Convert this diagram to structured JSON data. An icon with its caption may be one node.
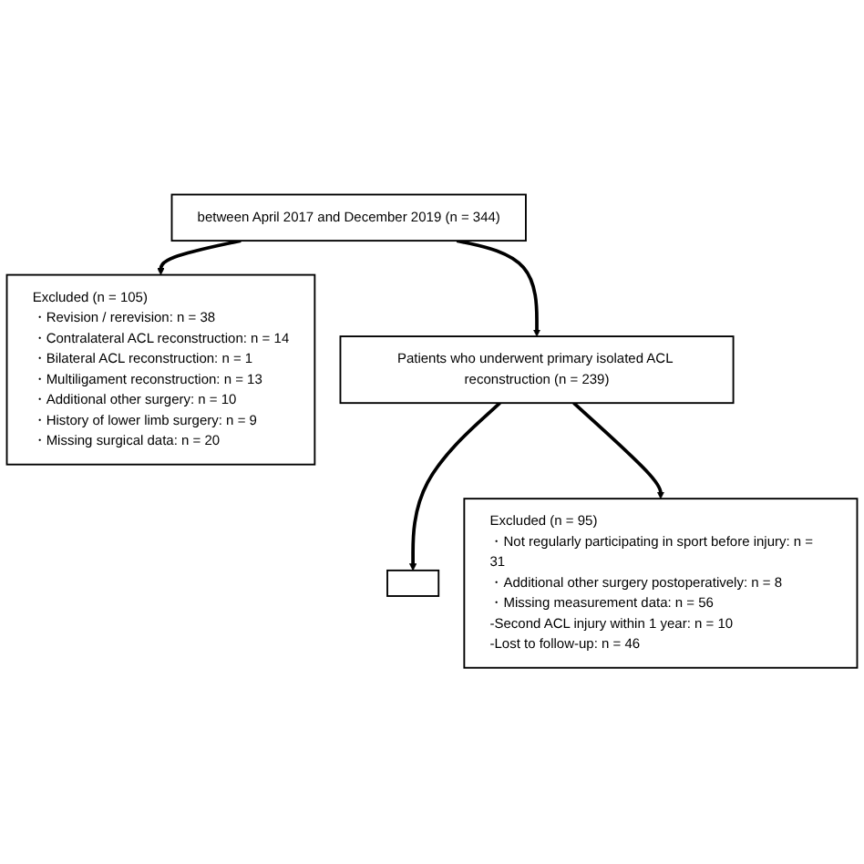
{
  "diagram": {
    "nodes": [
      {
        "text": [
          "between April 2017 and December 2019 (n = 344)"
        ]
      },
      {
        "text": [
          "Excluded (n = 105)",
          "・Revision / rerevision: n = 38",
          "・Contralateral ACL reconstruction: n = 14",
          "・Bilateral ACL reconstruction: n = 1",
          "・Multiligament reconstruction: n = 13",
          "・Additional other surgery: n = 10",
          "・History of lower limb surgery: n = 9",
          "・Missing surgical data: n = 20"
        ]
      },
      {
        "text": [
          "Patients who underwent primary isolated ACL reconstruction (n = 239)"
        ]
      },
      {
        "text": [
          "Excluded (n = 95)",
          "・Not regularly participating in sport before injury: n = 31",
          "・Additional other surgery postoperatively: n = 8",
          "・Missing measurement data: n = 56",
          "-Second ACL injury within 1 year: n = 10",
          "-Lost to follow-up: n = 46"
        ]
      },
      {
        "text": [],
        "shape": "box"
      }
    ],
    "edges": [
      {
        "from": 0,
        "to": 2,
        "arrow": "to"
      },
      {
        "from": 0,
        "to": 1,
        "arrow": "to"
      },
      {
        "from": 2,
        "to": 4,
        "arrow": "to"
      },
      {
        "from": 2,
        "to": 3,
        "arrow": "to"
      }
    ]
  }
}
